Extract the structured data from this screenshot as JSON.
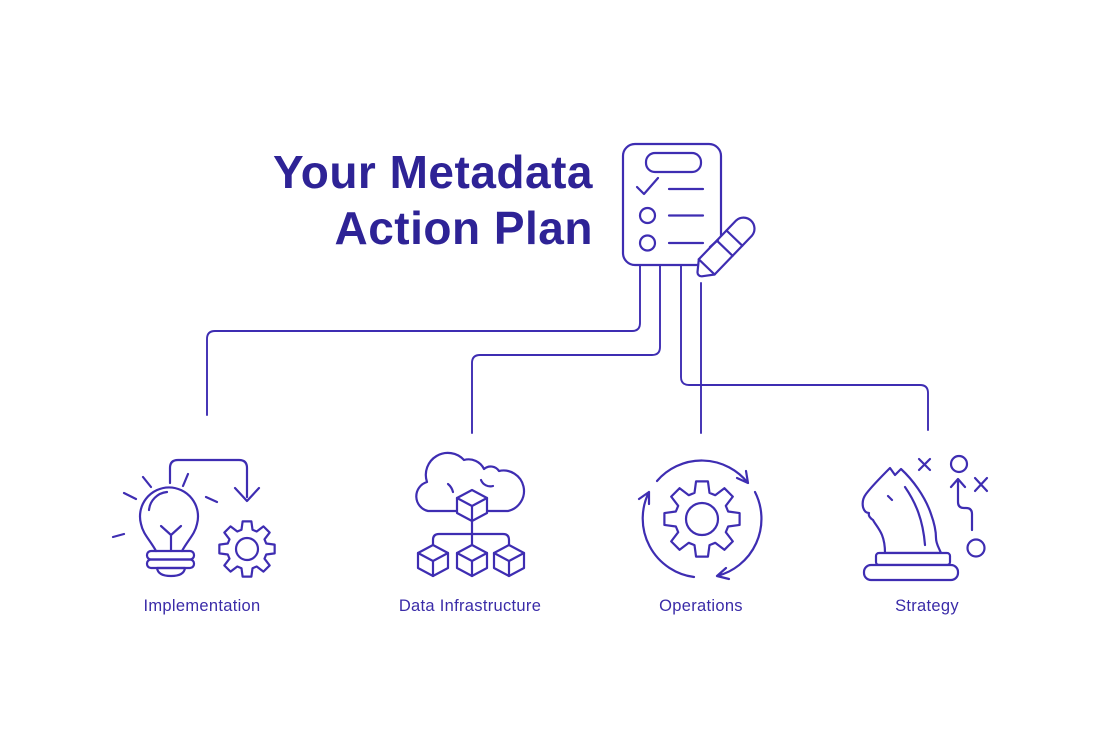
{
  "title": {
    "line1": "Your Metadata",
    "line2": "Action Plan"
  },
  "colors": {
    "accent": "#3e2db2",
    "title": "#2e2396",
    "label": "#3a2ba8",
    "background": "#ffffff"
  },
  "header_icon": "checklist-clipboard-pencil-icon",
  "sections": [
    {
      "label": "Implementation",
      "icon": "lightbulb-arrow-gear-icon"
    },
    {
      "label": "Data Infrastructure",
      "icon": "cloud-network-cubes-icon"
    },
    {
      "label": "Operations",
      "icon": "gear-cycle-arrows-icon"
    },
    {
      "label": "Strategy",
      "icon": "chess-knight-tactics-icon"
    }
  ]
}
